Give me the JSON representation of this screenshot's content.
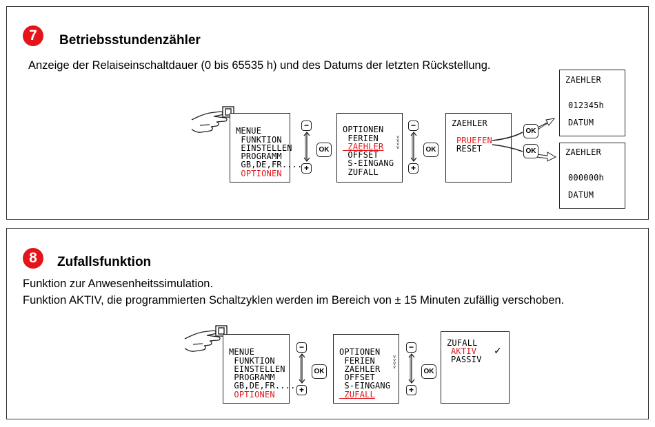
{
  "section7": {
    "number": "7",
    "title": "Betriebsstundenzähler",
    "description": "Anzeige der Relaiseinschaltdauer (0 bis 65535 h) und des Datums der letzten Rückstellung.",
    "menu_screen": {
      "lines": [
        "MENUE",
        " FUNKTION",
        " EINSTELLEN",
        " PROGRAMM",
        " GB,DE,FR....",
        " OPTIONEN"
      ]
    },
    "options_screen": {
      "lines": [
        "OPTIONEN",
        " FERIEN",
        " ZAEHLER",
        " OFFSET",
        " S-EINGANG",
        " ZUFALL"
      ]
    },
    "counter_screen": {
      "title": "ZAEHLER",
      "check": "PRUEFEN",
      "reset": "RESET"
    },
    "check_result": {
      "title": "ZAEHLER",
      "value": "012345h",
      "date": "DATUM"
    },
    "reset_result": {
      "title": "ZAEHLER",
      "value": "000000h",
      "date": "DATUM"
    },
    "ok_label": "OK",
    "minus_label": "−",
    "plus_label": "+"
  },
  "section8": {
    "number": "8",
    "title": "Zufallsfunktion",
    "description_line1": "Funktion zur Anwesenheitssimulation.",
    "description_line2": "Funktion AKTIV, die programmierten Schaltzyklen werden im Bereich von ± 15 Minuten zufällig verschoben.",
    "menu_screen": {
      "lines": [
        "MENUE",
        " FUNKTION",
        " EINSTELLEN",
        " PROGRAMM",
        " GB,DE,FR....",
        " OPTIONEN"
      ]
    },
    "options_screen": {
      "lines": [
        "OPTIONEN",
        " FERIEN",
        " ZAEHLER",
        " OFFSET",
        " S-EINGANG",
        " ZUFALL"
      ]
    },
    "random_screen": {
      "title": "ZUFALL",
      "active": "AKTIV",
      "passive": "PASSIV",
      "check_mark": "✓"
    },
    "ok_label": "OK",
    "minus_label": "−",
    "plus_label": "+"
  },
  "colors": {
    "accent_red": "#e3151a",
    "border": "#333333"
  },
  "icons": [
    "pointing-hand-icon",
    "updown-arrow-icon",
    "flow-arrow-icon",
    "scroll-indicator-icon"
  ]
}
